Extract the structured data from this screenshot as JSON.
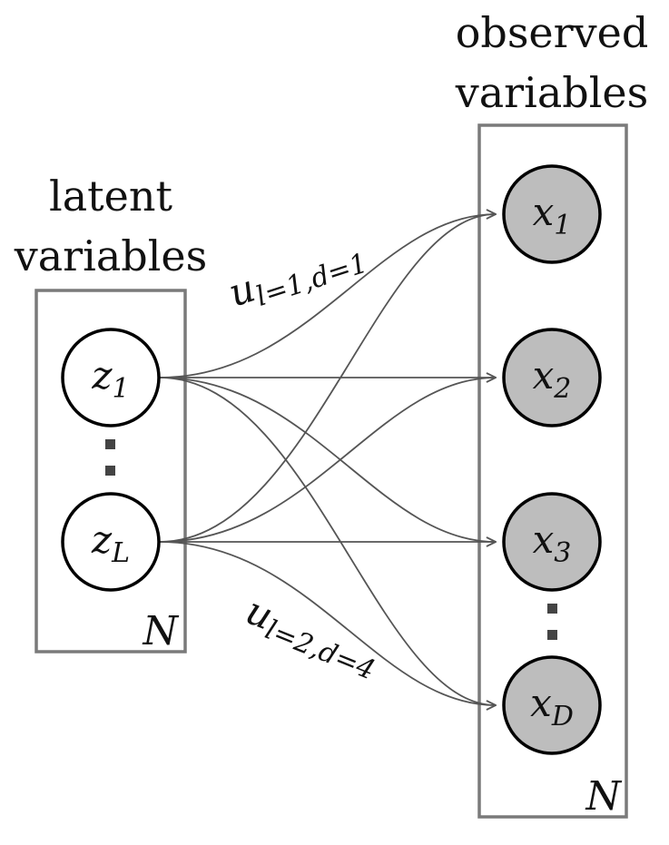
{
  "latent_group": {
    "title_line1": "latent",
    "title_line2": "variables",
    "plate_label": "N",
    "nodes": [
      {
        "base": "z",
        "sub": "1"
      },
      {
        "base": "z",
        "sub": "L"
      }
    ]
  },
  "observed_group": {
    "title_line1": "observed",
    "title_line2": "variables",
    "plate_label": "N",
    "nodes": [
      {
        "base": "x",
        "sub": "1"
      },
      {
        "base": "x",
        "sub": "2"
      },
      {
        "base": "x",
        "sub": "3"
      },
      {
        "base": "x",
        "sub": "D"
      }
    ]
  },
  "edge_labels": {
    "top": {
      "base": "u",
      "sub": "l=1,d=1"
    },
    "bottom": {
      "base": "u",
      "sub": "l=2,d=4"
    }
  },
  "edges": [
    {
      "from": 0,
      "to": 0
    },
    {
      "from": 0,
      "to": 1
    },
    {
      "from": 0,
      "to": 2
    },
    {
      "from": 0,
      "to": 3
    },
    {
      "from": 1,
      "to": 0
    },
    {
      "from": 1,
      "to": 1
    },
    {
      "from": 1,
      "to": 2
    },
    {
      "from": 1,
      "to": 3
    }
  ]
}
